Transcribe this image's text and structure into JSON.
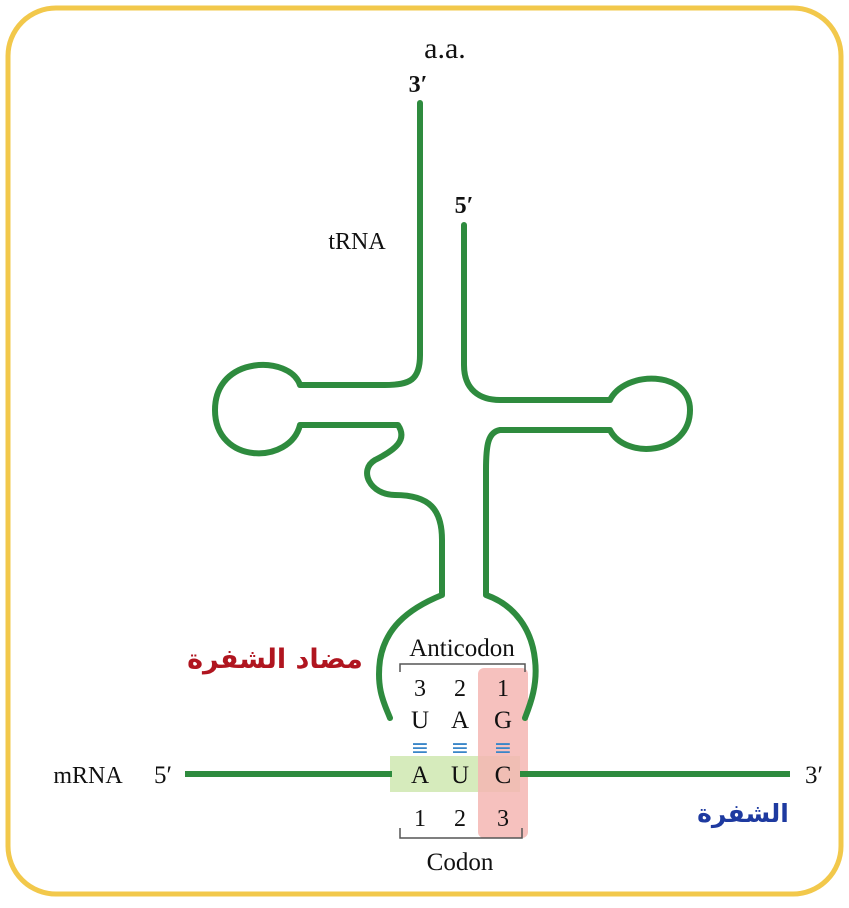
{
  "labels": {
    "amino_acid": "a.a.",
    "trna_3prime": "3′",
    "trna_5prime": "5′",
    "trna": "tRNA",
    "anticodon_ar": "مضاد الشفرة",
    "anticodon": "Anticodon",
    "codon": "Codon",
    "codon_ar": "الشفرة",
    "mrna": "mRNA",
    "mrna_5prime": "5′",
    "mrna_3prime": "3′"
  },
  "anticodon": {
    "numbers": [
      "3",
      "2",
      "1"
    ],
    "bases": [
      "U",
      "A",
      "G"
    ]
  },
  "codon": {
    "bases": [
      "A",
      "U",
      "C"
    ],
    "numbers": [
      "1",
      "2",
      "3"
    ]
  },
  "pairing_symbols": [
    "≡",
    "≡",
    "≡"
  ],
  "colors": {
    "border": "#f2c84b",
    "strand": "#2e8b3e",
    "highlight_green": "#cfe8b0",
    "highlight_red": "#f4b6b3",
    "pairing": "#3a86c8",
    "arabic_red": "#b0151f",
    "arabic_blue": "#1e3aa0"
  }
}
